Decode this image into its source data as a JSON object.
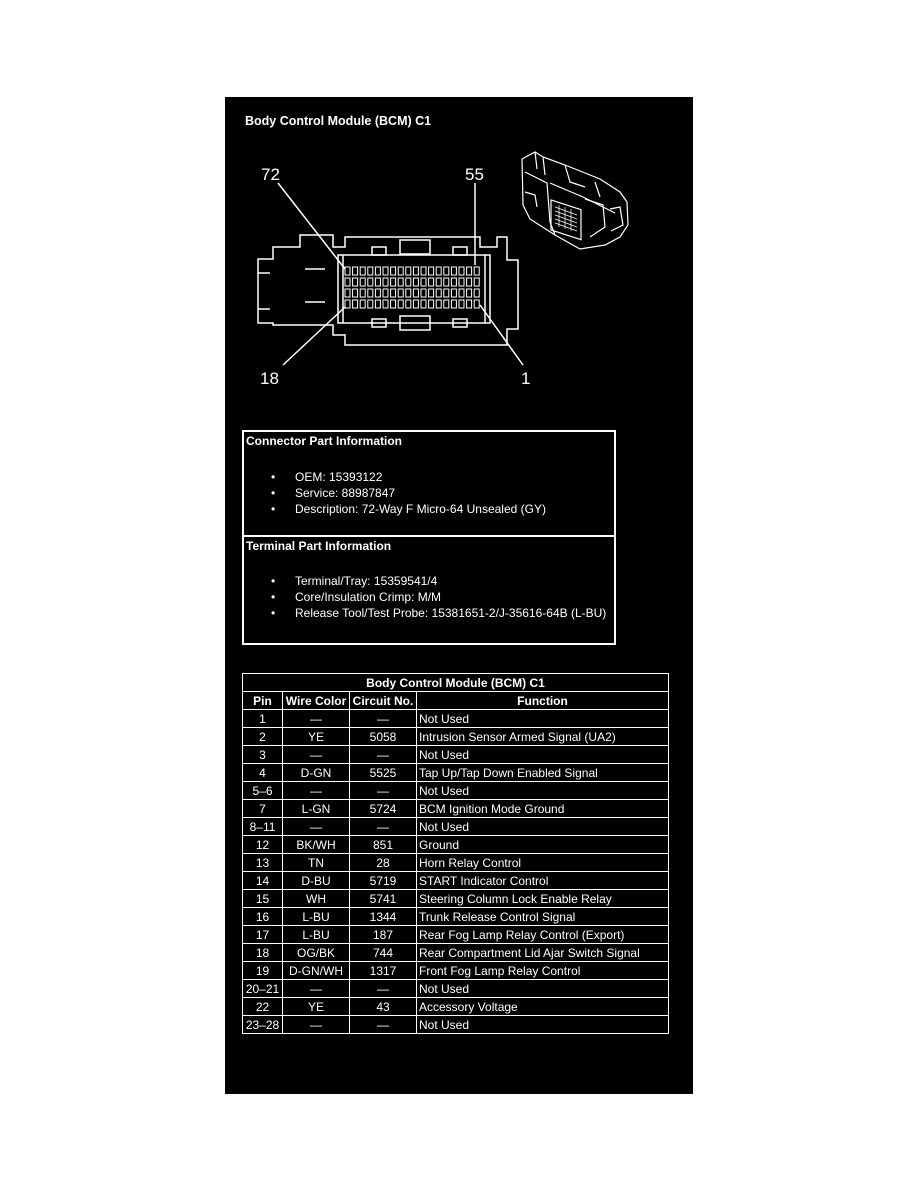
{
  "title": "Body Control Module (BCM) C1",
  "diagram": {
    "callouts": [
      "72",
      "55",
      "18",
      "1"
    ]
  },
  "connector_info": {
    "heading": "Connector Part Information",
    "items": [
      "OEM: 15393122",
      "Service: 88987847",
      "Description: 72-Way F Micro-64 Unsealed (GY)"
    ]
  },
  "terminal_info": {
    "heading": "Terminal Part Information",
    "items": [
      "Terminal/Tray: 15359541/4",
      "Core/Insulation Crimp: M/M",
      "Release Tool/Test Probe: 15381651-2/J-35616-64B (L-BU)"
    ]
  },
  "bullet": "•",
  "table": {
    "caption": "Body Control Module (BCM) C1",
    "headers": [
      "Pin",
      "Wire Color",
      "Circuit No.",
      "Function"
    ],
    "rows": [
      [
        "1",
        "—",
        "—",
        "Not Used"
      ],
      [
        "2",
        "YE",
        "5058",
        "Intrusion Sensor Armed Signal (UA2)"
      ],
      [
        "3",
        "—",
        "—",
        "Not Used"
      ],
      [
        "4",
        "D-GN",
        "5525",
        "Tap Up/Tap Down Enabled Signal"
      ],
      [
        "5–6",
        "—",
        "—",
        "Not Used"
      ],
      [
        "7",
        "L-GN",
        "5724",
        "BCM Ignition Mode Ground"
      ],
      [
        "8–11",
        "—",
        "—",
        "Not Used"
      ],
      [
        "12",
        "BK/WH",
        "851",
        "Ground"
      ],
      [
        "13",
        "TN",
        "28",
        "Horn Relay Control"
      ],
      [
        "14",
        "D-BU",
        "5719",
        "START Indicator Control"
      ],
      [
        "15",
        "WH",
        "5741",
        "Steering Column Lock Enable Relay"
      ],
      [
        "16",
        "L-BU",
        "1344",
        "Trunk Release Control Signal"
      ],
      [
        "17",
        "L-BU",
        "187",
        "Rear Fog Lamp Relay Control (Export)"
      ],
      [
        "18",
        "OG/BK",
        "744",
        "Rear Compartment Lid Ajar Switch Signal"
      ],
      [
        "19",
        "D-GN/WH",
        "1317",
        "Front Fog Lamp Relay Control"
      ],
      [
        "20–21",
        "—",
        "—",
        "Not Used"
      ],
      [
        "22",
        "YE",
        "43",
        "Accessory Voltage"
      ],
      [
        "23–28",
        "—",
        "—",
        "Not Used"
      ]
    ]
  }
}
